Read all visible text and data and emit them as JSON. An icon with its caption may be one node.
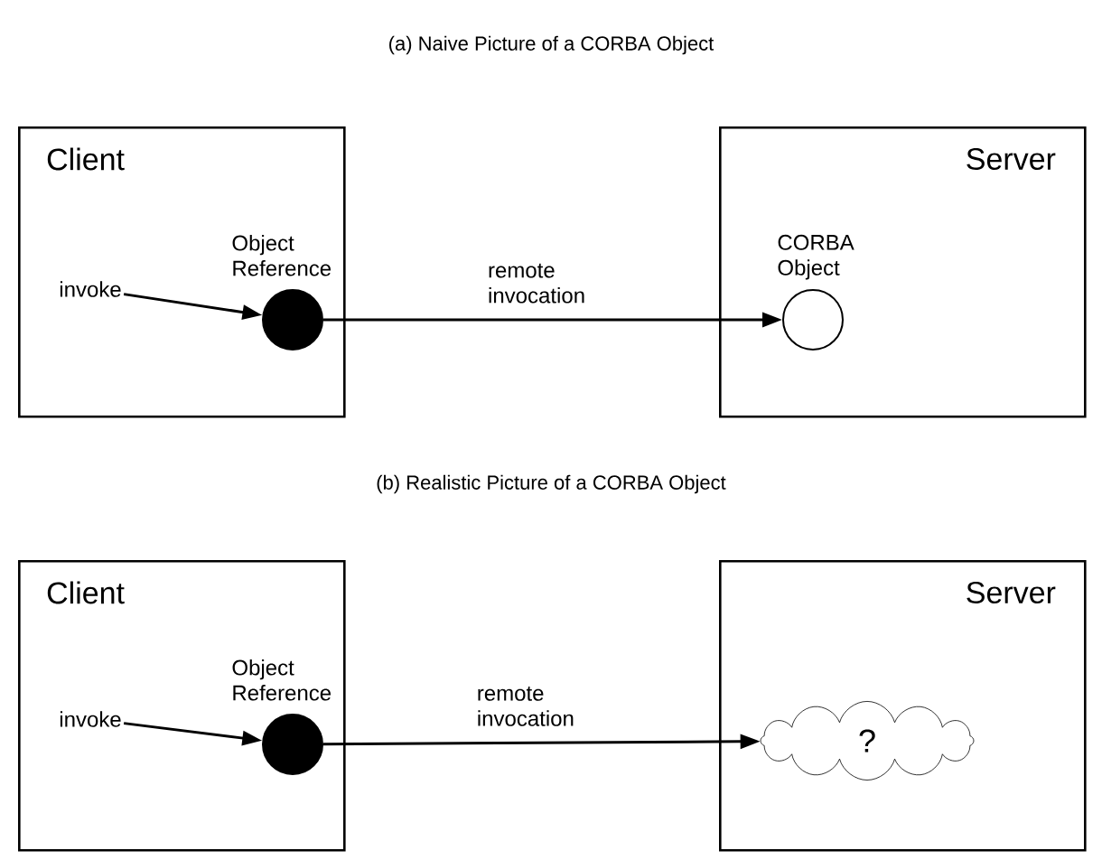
{
  "diagram": {
    "nodes": [
      {
        "text": [
          "Client"
        ]
      },
      {
        "text": [],
        "shape": "circle",
        "in": 0,
        "beside": [
          "Object Reference"
        ]
      },
      {
        "text": [
          "invoke"
        ],
        "in": 0
      },
      {
        "text": [
          "Server"
        ]
      },
      {
        "text": [],
        "shape": "circle",
        "in": 3,
        "beside": [
          "CORBA Object"
        ]
      },
      {
        "text": [
          "Client"
        ]
      },
      {
        "text": [],
        "shape": "circle",
        "in": 5,
        "beside": [
          "Object Reference"
        ]
      },
      {
        "text": [
          "invoke"
        ],
        "in": 5
      },
      {
        "text": [
          "Server"
        ]
      },
      {
        "text": [
          "?"
        ],
        "in": 8
      }
    ],
    "edges": [
      {
        "from": 2,
        "to": 1,
        "arrow": "to"
      },
      {
        "from": 1,
        "to": 4,
        "arrow": "to",
        "label": "remote invocation"
      },
      {
        "from": 7,
        "to": 6,
        "arrow": "to"
      },
      {
        "from": 6,
        "to": 9,
        "arrow": "to",
        "label": "remote invocation"
      }
    ],
    "labels": [
      "(a) Naive Picture of a CORBA Object",
      "(b) Realistic Picture of a CORBA Object"
    ]
  }
}
